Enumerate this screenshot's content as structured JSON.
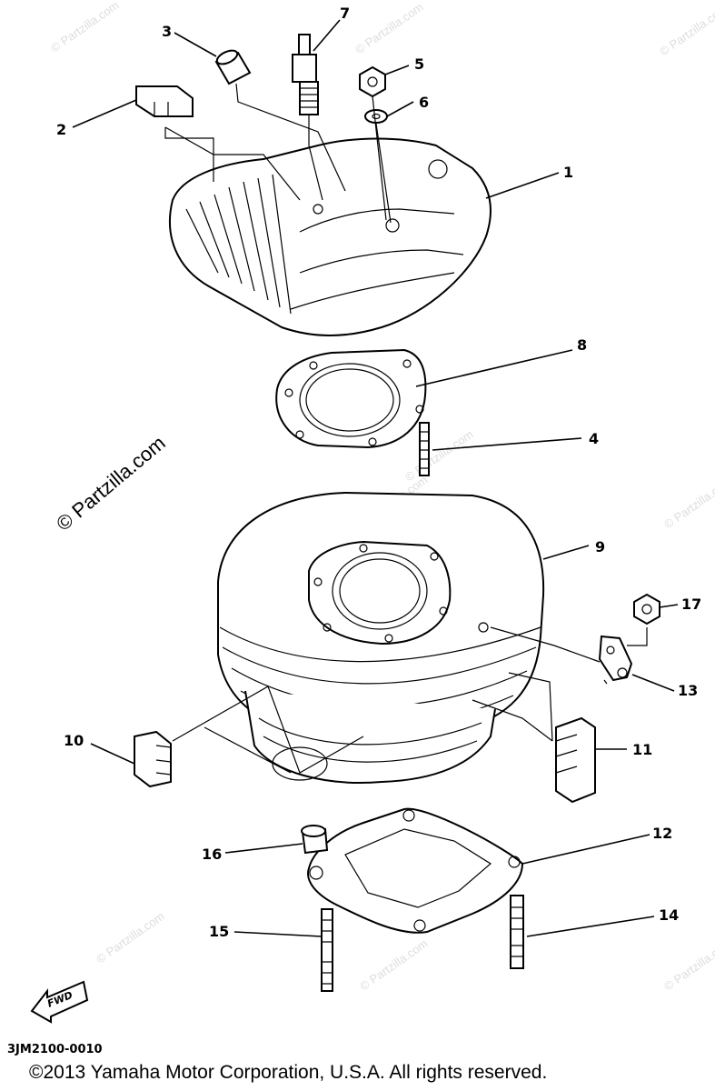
{
  "diagram": {
    "callouts": [
      {
        "id": "1",
        "label": "1"
      },
      {
        "id": "2",
        "label": "2"
      },
      {
        "id": "3",
        "label": "3"
      },
      {
        "id": "4",
        "label": "4"
      },
      {
        "id": "5",
        "label": "5"
      },
      {
        "id": "6",
        "label": "6"
      },
      {
        "id": "7",
        "label": "7"
      },
      {
        "id": "8",
        "label": "8"
      },
      {
        "id": "9",
        "label": "9"
      },
      {
        "id": "10",
        "label": "10"
      },
      {
        "id": "11",
        "label": "11"
      },
      {
        "id": "12",
        "label": "12"
      },
      {
        "id": "13",
        "label": "13"
      },
      {
        "id": "14",
        "label": "14"
      },
      {
        "id": "15",
        "label": "15"
      },
      {
        "id": "16",
        "label": "16"
      },
      {
        "id": "17",
        "label": "17"
      }
    ],
    "fwd_label": "FWD",
    "watermark_main": "© Partzilla.com",
    "watermark_small": "© Partzilla.com",
    "diagram_code": "3JM2100-0010",
    "copyright": "©2013 Yamaha Motor Corporation, U.S.A. All rights reserved."
  }
}
